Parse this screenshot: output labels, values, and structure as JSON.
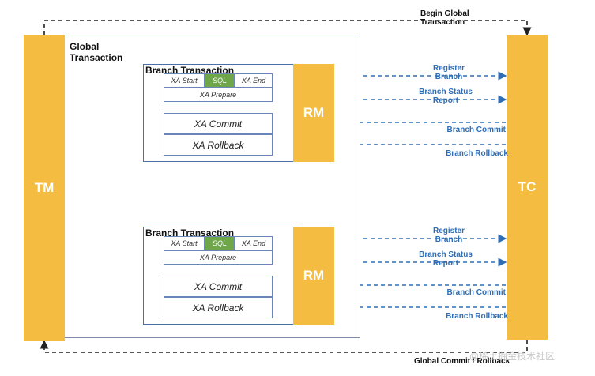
{
  "nodes": {
    "tm": "TM",
    "tc": "TC",
    "rm": "RM",
    "global_transaction": "Global Transaction",
    "branch_transaction": "Branch Transaction",
    "xa_start": "XA Start",
    "sql": "SQL",
    "xa_end": "XA End",
    "xa_prepare": "XA Prepare",
    "xa_commit": "XA Commit",
    "xa_rollback": "XA Rollback"
  },
  "edges": {
    "begin_global": "Begin Global Transaction",
    "register_branch": "Register Branch",
    "branch_status_report": "Branch Status Report",
    "branch_commit": "Branch Commit",
    "branch_rollback": "Branch Rollback",
    "global_commit_rollback": "Global Commit / Rollback"
  },
  "watermark": "@稀土掘金技术社区",
  "colors": {
    "bar": "#f4bd41",
    "sql": "#6fa64a",
    "arrow_blue": "#2f6eb5",
    "arrow_black": "#222222",
    "branch_border": "#4a6fa5"
  }
}
